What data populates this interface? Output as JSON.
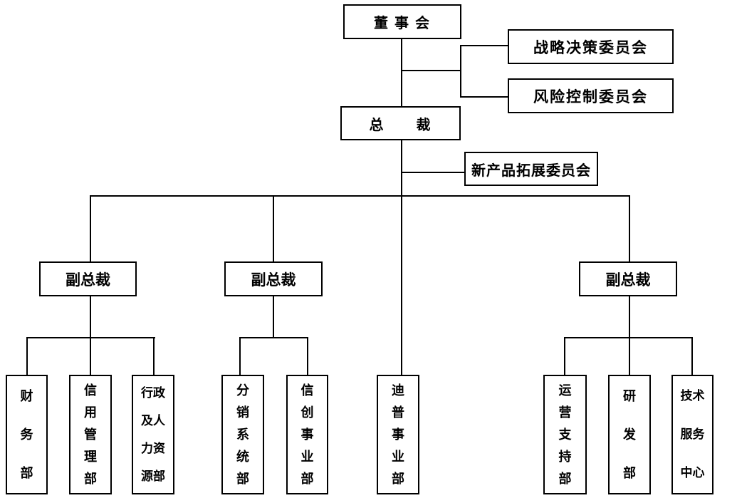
{
  "nodes": {
    "board": "董 事 会",
    "strategy_committee": "战略决策委员会",
    "risk_committee": "风险控制委员会",
    "president": "总　　裁",
    "new_product_committee": "新产品拓展委员会",
    "vp_left": "副总裁",
    "vp_middle": "副总裁",
    "vp_right": "副总裁",
    "finance_dept": "财\n务\n部",
    "credit_mgmt_dept": "信\n用\n管\n理\n部",
    "admin_hr_dept": "行政\n及人\n力资\n源部",
    "distribution_system_dept": "分\n销\n系\n统\n部",
    "xinchuang_business_dept": "信\n创\n事\n业\n部",
    "dipu_business_dept": "迪\n普\n事\n业\n部",
    "operations_support_dept": "运\n营\n支\n持\n部",
    "rnd_dept": "研\n发\n部",
    "tech_service_center": "技术\n服务\n中心"
  },
  "colors": {
    "line": "#000000",
    "border": "#000000",
    "background": "#ffffff",
    "text": "#000000"
  }
}
